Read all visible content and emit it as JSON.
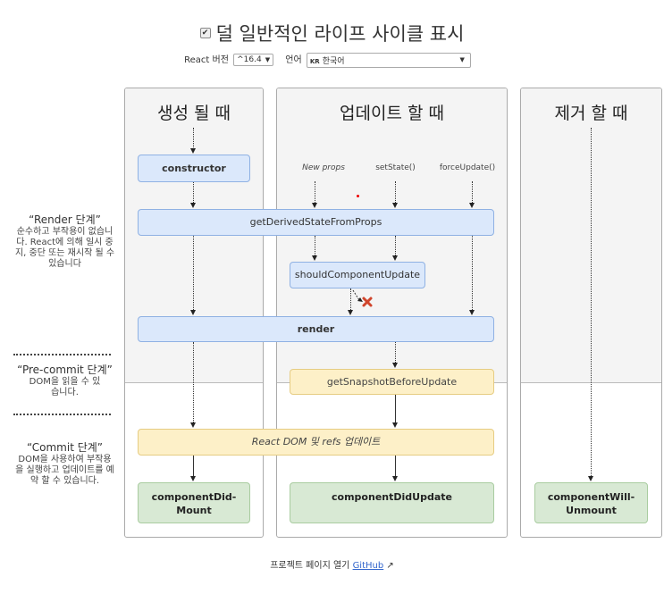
{
  "header": {
    "toggle_label": "덜 일반적인 라이프 사이클 표시",
    "toggle_checked": true,
    "react_version_label": "React 버전",
    "react_version_value": "^16.4",
    "language_label": "언어",
    "language_flag": "KR",
    "language_value": "한국어"
  },
  "phases": {
    "render": {
      "title": "“Render 단계”",
      "description": "순수하고 부작용이 없습니다. React에 의해 일시 중지, 중단 또는 재시작 될 수 있습니다"
    },
    "precommit": {
      "title": "“Pre-commit 단계”",
      "description": "DOM을 읽을 수 있습니다."
    },
    "commit": {
      "title": "“Commit 단계”",
      "description": "DOM을 사용하여 부작용을 실행하고 업데이트를 예약 할 수 있습니다."
    }
  },
  "columns": {
    "mounting": "생성 될 때",
    "updating": "업데이트 할 때",
    "unmounting": "제거 할 때"
  },
  "triggers": {
    "new_props": "New props",
    "set_state": "setState()",
    "force_update": "forceUpdate()"
  },
  "methods": {
    "constructor": "constructor",
    "get_derived_state": "getDerivedStateFromProps",
    "should_update": "shouldComponentUpdate",
    "render": "render",
    "get_snapshot": "getSnapshotBeforeUpdate",
    "react_dom_update": "React DOM 및 refs 업데이트",
    "did_mount": "componentDid-\nMount",
    "did_update": "componentDidUpdate",
    "will_unmount": "componentWill-\nUnmount"
  },
  "colors": {
    "render_box": "#dbe8fb",
    "precommit_box": "#fdf0c8",
    "commit_box": "#d8e9d4",
    "cancel_x": "#d0452c"
  },
  "footer": {
    "prefix": "프로젝트 페이지 열기",
    "link": "GitHub"
  }
}
